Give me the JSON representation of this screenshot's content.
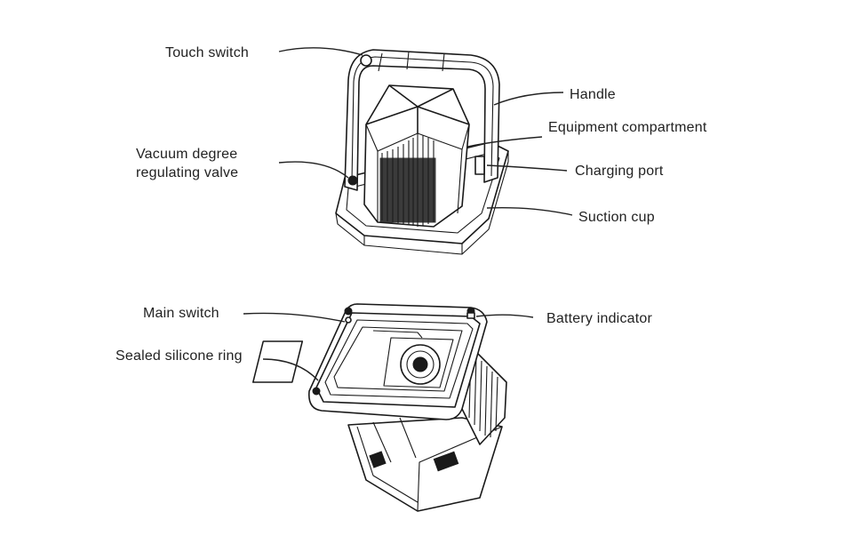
{
  "top_device": {
    "labels": {
      "touch_switch": "Touch switch",
      "handle": "Handle",
      "equipment_compartment": "Equipment compartment",
      "vacuum_valve_line1": "Vacuum degree",
      "vacuum_valve_line2": "regulating valve",
      "charging_port": "Charging port",
      "suction_cup": "Suction cup"
    }
  },
  "bottom_device": {
    "labels": {
      "main_switch": "Main switch",
      "battery_indicator": "Battery indicator",
      "sealed_silicone_ring": "Sealed silicone ring"
    }
  },
  "colors": {
    "ink": "#1a1a1a",
    "text": "#222222",
    "background": "#ffffff"
  }
}
